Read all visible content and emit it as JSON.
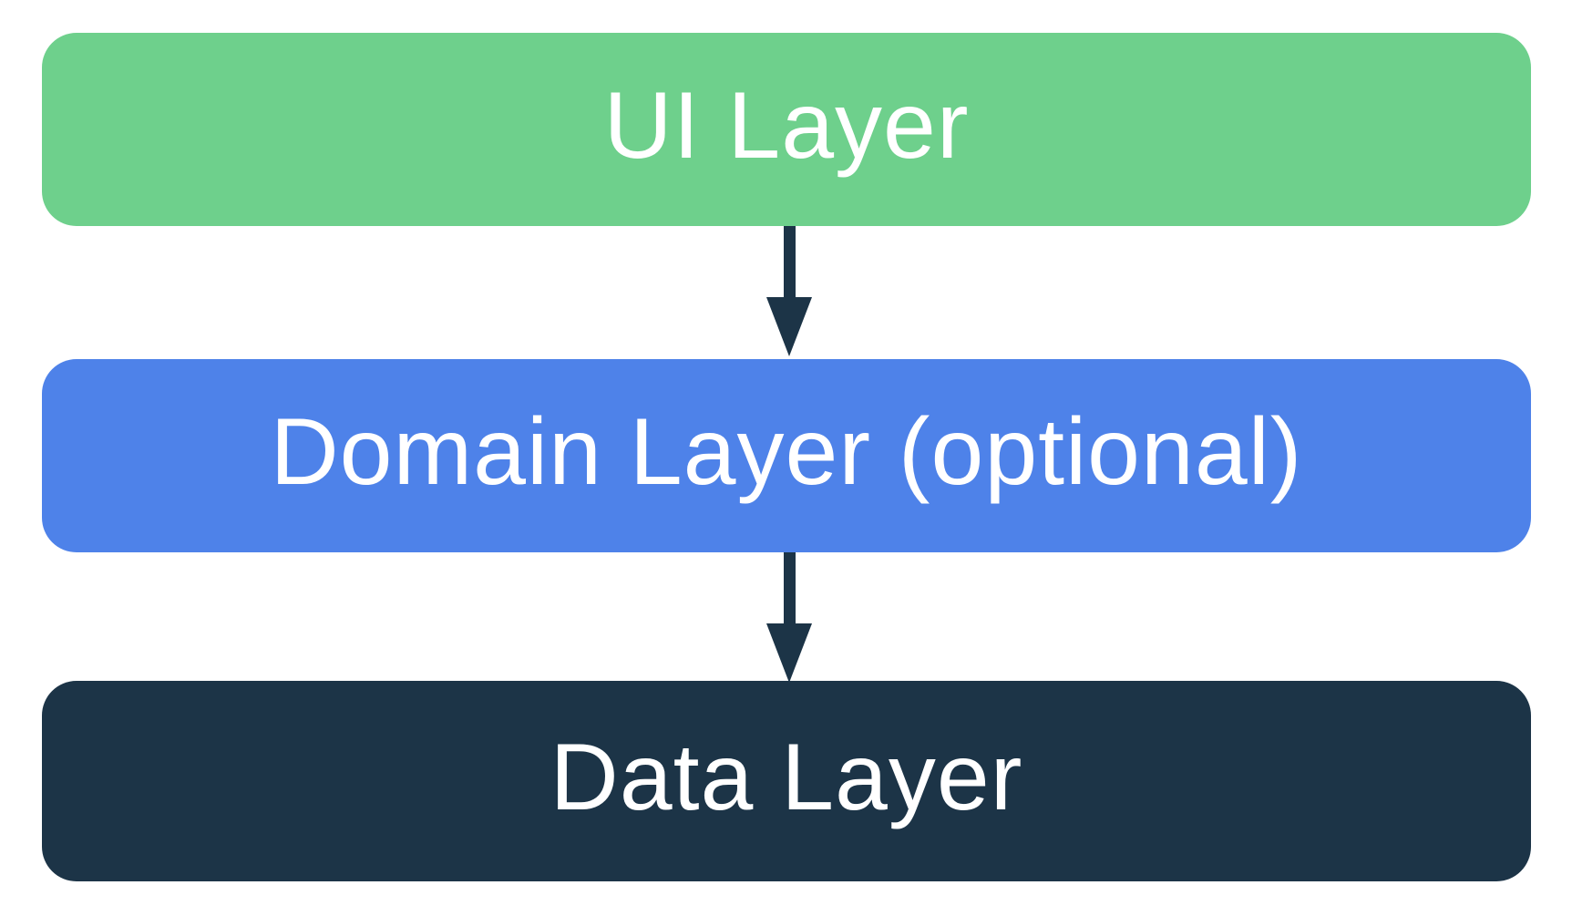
{
  "background_color": "#FFFFFF",
  "text_color": "#FFFFFF",
  "arrow_color": "#1C3447",
  "layers": [
    {
      "id": "ui-layer",
      "label": "UI Layer",
      "color": "#6ED08C"
    },
    {
      "id": "domain-layer",
      "label": "Domain Layer (optional)",
      "color": "#4E82E9"
    },
    {
      "id": "data-layer",
      "label": "Data Layer",
      "color": "#1C3447"
    }
  ],
  "arrows": [
    {
      "from": "ui-layer",
      "to": "domain-layer",
      "direction": "down"
    },
    {
      "from": "domain-layer",
      "to": "data-layer",
      "direction": "down"
    }
  ]
}
